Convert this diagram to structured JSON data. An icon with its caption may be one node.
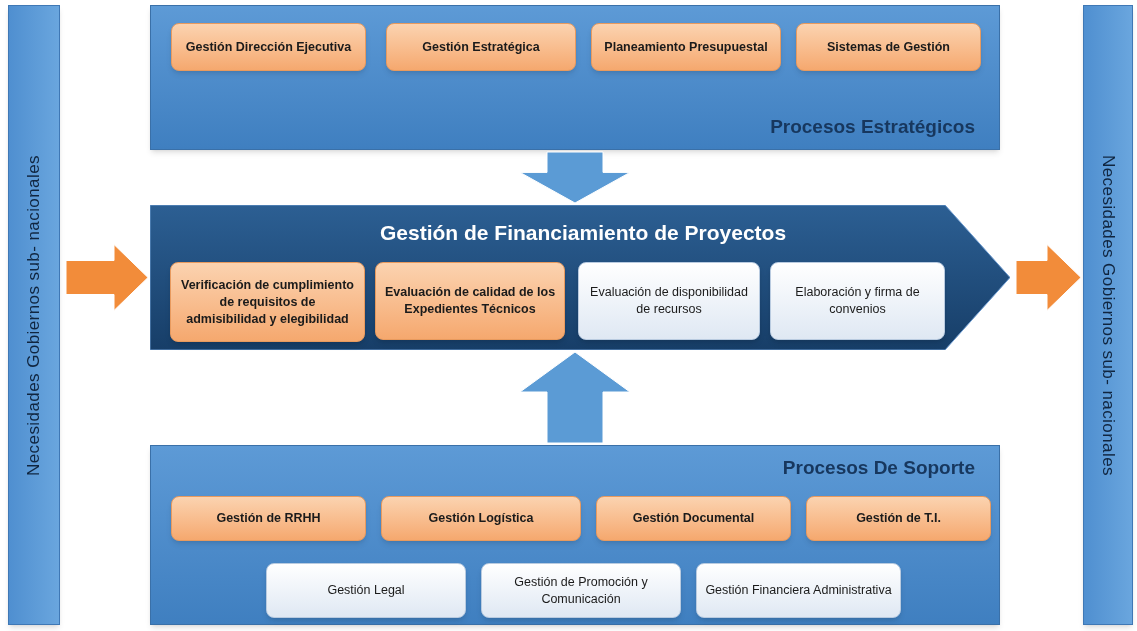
{
  "diagram": {
    "nodes": [
      {
        "text": [
          "Necesidades Gobiernos sub- nacionales"
        ]
      },
      {
        "text": [
          "Procesos Estratégicos"
        ]
      },
      {
        "text": [
          "Gestión Dirección Ejecutiva"
        ],
        "in": 1
      },
      {
        "text": [
          "Gestión Estratégica"
        ],
        "in": 1
      },
      {
        "text": [
          "Planeamiento Presupuestal"
        ],
        "in": 1
      },
      {
        "text": [
          "Sistemas de Gestión"
        ],
        "in": 1
      },
      {
        "text": [
          "Gestión de Financiamiento de Proyectos"
        ]
      },
      {
        "text": [
          "Verificación de cumplimiento de requisitos de admisibilidad y elegibilidad"
        ],
        "in": 6
      },
      {
        "text": [
          "Evaluación de calidad de los Expedientes Técnicos"
        ],
        "in": 6
      },
      {
        "text": [
          "Evaluación de disponibilidad de recursos"
        ],
        "in": 6
      },
      {
        "text": [
          "Elaboración y firma de convenios"
        ],
        "in": 6
      },
      {
        "text": [
          "Procesos De Soporte"
        ]
      },
      {
        "text": [
          "Gestión de RRHH"
        ],
        "in": 11
      },
      {
        "text": [
          "Gestión Logística"
        ],
        "in": 11
      },
      {
        "text": [
          "Gestión Documental"
        ],
        "in": 11
      },
      {
        "text": [
          "Gestión de T.I."
        ],
        "in": 11
      },
      {
        "text": [
          "Gestión Legal"
        ],
        "in": 11
      },
      {
        "text": [
          "Gestión de Promoción y Comunicación"
        ],
        "in": 11
      },
      {
        "text": [
          "Gestión Financiera Administrativa"
        ],
        "in": 11
      },
      {
        "text": [
          "Necesidades Gobiernos sub- nacionales"
        ]
      }
    ],
    "edges": [
      {
        "from": 0,
        "to": 6,
        "arrow": "to",
        "style": "thick",
        "color": "#f28c3a"
      },
      {
        "from": 6,
        "to": 19,
        "arrow": "to",
        "style": "thick",
        "color": "#f28c3a"
      },
      {
        "from": 1,
        "to": 6,
        "arrow": "to",
        "style": "thick",
        "color": "#5b9bd5"
      },
      {
        "from": 11,
        "to": 6,
        "arrow": "to",
        "style": "thick",
        "color": "#5b9bd5"
      }
    ]
  }
}
